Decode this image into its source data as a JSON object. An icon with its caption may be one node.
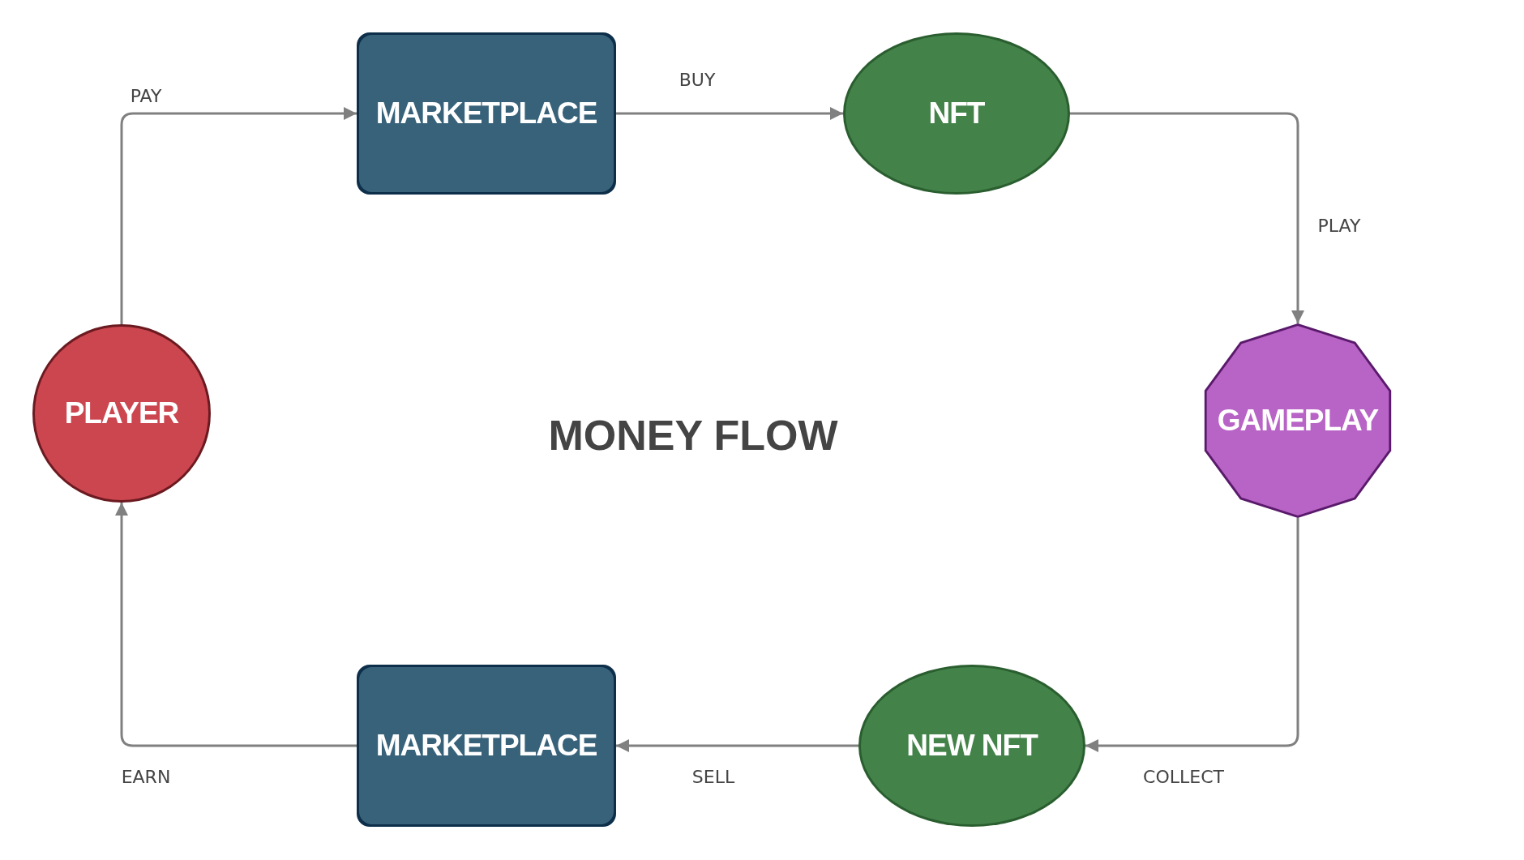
{
  "diagram": {
    "title": "MONEY FLOW",
    "nodes": [
      {
        "text": [
          "PLAYER"
        ]
      },
      {
        "text": [
          "MARKETPLACE"
        ]
      },
      {
        "text": [
          "NFT"
        ]
      },
      {
        "text": [
          "GAMEPLAY"
        ]
      },
      {
        "text": [
          "NEW NFT"
        ]
      },
      {
        "text": [
          "MARKETPLACE"
        ]
      }
    ],
    "edges": [
      {
        "from": 0,
        "to": 1,
        "arrow": "to",
        "label": "PAY"
      },
      {
        "from": 1,
        "to": 2,
        "arrow": "to",
        "label": "BUY"
      },
      {
        "from": 2,
        "to": 3,
        "arrow": "to",
        "label": "PLAY"
      },
      {
        "from": 3,
        "to": 4,
        "arrow": "to",
        "label": "COLLECT"
      },
      {
        "from": 4,
        "to": 5,
        "arrow": "to",
        "label": "SELL"
      },
      {
        "from": 5,
        "to": 0,
        "arrow": "to",
        "label": "EARN"
      }
    ]
  }
}
